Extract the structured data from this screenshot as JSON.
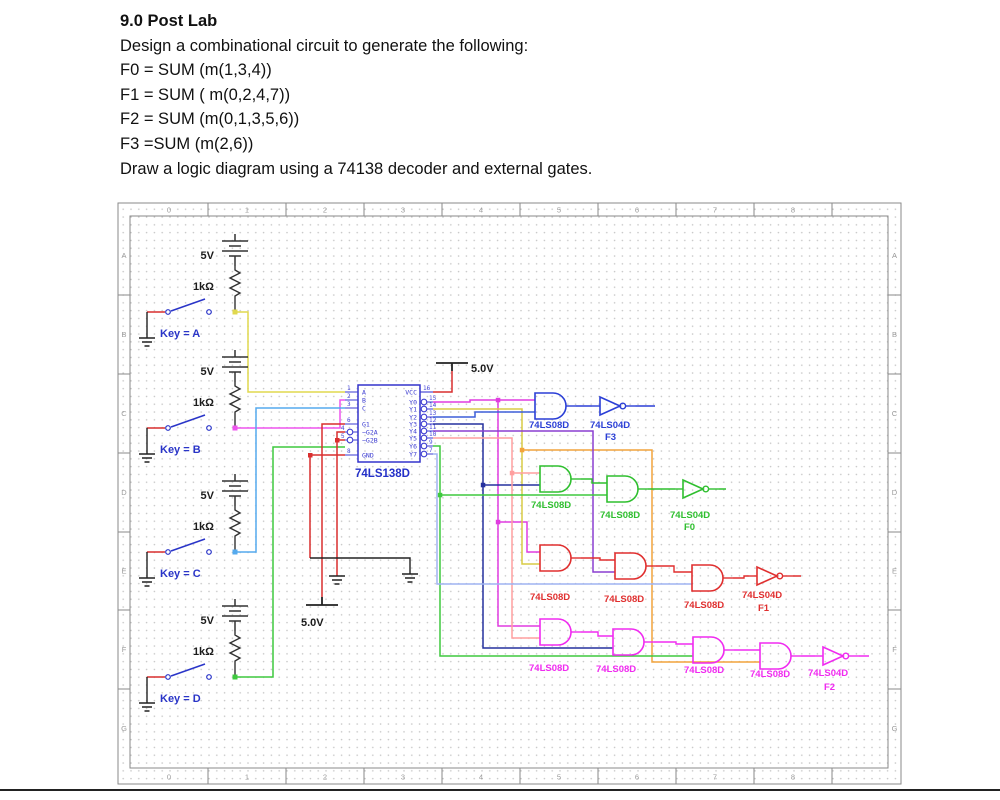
{
  "document": {
    "title": "9.0 Post Lab",
    "lines": [
      "Design a combinational circuit to generate the following:",
      "F0 = SUM (m(1,3,4))",
      "F1 = SUM ( m(0,2,4,7))",
      "F2 = SUM (m(0,1,3,5,6))",
      "F3 =SUM (m(2,6))",
      "Draw a logic diagram using a 74138 decoder and external gates."
    ]
  },
  "schematic": {
    "ruler": {
      "columns": [
        "0",
        "1",
        "2",
        "3",
        "4",
        "5",
        "6",
        "7",
        "8"
      ],
      "rows": [
        "A",
        "B",
        "C",
        "D",
        "E",
        "F",
        "G"
      ]
    },
    "top_rail_label": "5.0V",
    "bottom_rail_label": "5.0V",
    "inputs": [
      {
        "source": "5V",
        "resistor": "1kΩ",
        "key": "Key = A",
        "wire_color": "#e0d84e"
      },
      {
        "source": "5V",
        "resistor": "1kΩ",
        "key": "Key = B",
        "wire_color": "#ee55ee"
      },
      {
        "source": "5V",
        "resistor": "1kΩ",
        "key": "Key = C",
        "wire_color": "#55aaee"
      },
      {
        "source": "5V",
        "resistor": "1kΩ",
        "key": "Key = D",
        "wire_color": "#3fc93f"
      }
    ],
    "decoder": {
      "label": "74LS138D",
      "left_pins": [
        {
          "num": "1",
          "name": "A"
        },
        {
          "num": "2",
          "name": "B"
        },
        {
          "num": "3",
          "name": "C"
        },
        {
          "num": "6",
          "name": "G1"
        },
        {
          "num": "4",
          "name": "~G2A"
        },
        {
          "num": "5",
          "name": "~G2B"
        },
        {
          "num": "8",
          "name": "GND"
        }
      ],
      "right_pins": [
        {
          "num": "16",
          "name": "VCC"
        },
        {
          "num": "15",
          "name": "Y0"
        },
        {
          "num": "14",
          "name": "Y1"
        },
        {
          "num": "13",
          "name": "Y2"
        },
        {
          "num": "12",
          "name": "Y3"
        },
        {
          "num": "11",
          "name": "Y4"
        },
        {
          "num": "10",
          "name": "Y5"
        },
        {
          "num": "9",
          "name": "Y6"
        },
        {
          "num": "7",
          "name": "Y7"
        }
      ]
    },
    "gate_rows": {
      "f3": {
        "gates": [
          "74LS08D",
          "74LS04D"
        ],
        "output": "F3",
        "color": "#2b3fd6"
      },
      "f0": {
        "gates": [
          "74LS08D",
          "74LS08D",
          "74LS04D"
        ],
        "output": "F0",
        "color": "#2fbf2f"
      },
      "f1": {
        "gates": [
          "74LS08D",
          "74LS08D",
          "74LS08D",
          "74LS04D"
        ],
        "output": "F1",
        "color": "#e02f2f"
      },
      "f2": {
        "gates": [
          "74LS08D",
          "74LS08D",
          "74LS08D",
          "74LS08D",
          "74LS04D"
        ],
        "output": "F2",
        "color": "#f02bf0"
      }
    },
    "wire_colors": {
      "key_a": "#e0d84e",
      "key_b": "#ee55ee",
      "key_c": "#55aaee",
      "key_d": "#3fc93f",
      "y0_magenta": "#e03ce0",
      "y1_yellow": "#d8cc45",
      "y2_blue": "#3d5fd8",
      "y3_navy": "#25309e",
      "y4_purple": "#8a3fd0",
      "y5_pink": "#ff9f9f",
      "y6_green": "#3fc93f",
      "y7_lightblue": "#9fb4f2",
      "orange": "#f2a33c",
      "power_red": "#d92f2f"
    }
  }
}
